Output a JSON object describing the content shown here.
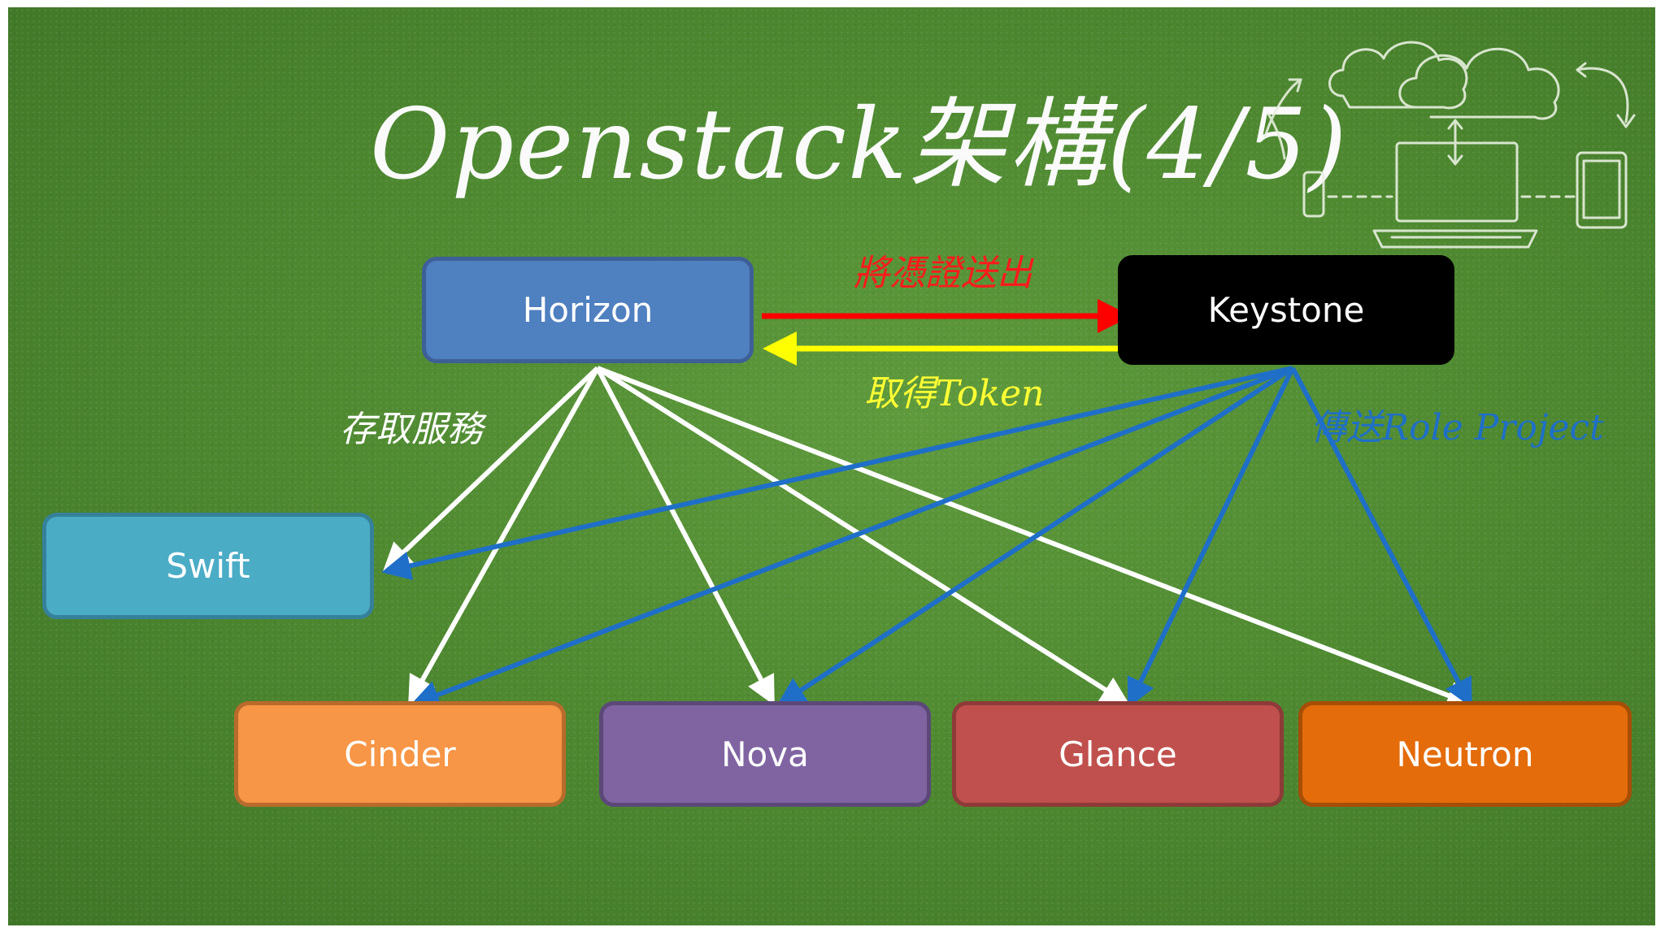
{
  "title": "Openstack架構(4/5)",
  "nodes": {
    "horizon": "Horizon",
    "keystone": "Keystone",
    "swift": "Swift",
    "cinder": "Cinder",
    "nova": "Nova",
    "glance": "Glance",
    "neutron": "Neutron"
  },
  "edge_labels": {
    "send_credentials": "將憑證送出",
    "get_token": "取得Token",
    "access_service": "存取服務",
    "send_role_project": "傳送Role Project"
  },
  "colors": {
    "background": "#4f8a31",
    "credential_arrow": "#ff0000",
    "token_arrow": "#ffff00",
    "service_arrows": "#ffffff",
    "keystone_arrows": "#1f6fc8"
  },
  "icons": [
    "cloud-devices-icon"
  ]
}
